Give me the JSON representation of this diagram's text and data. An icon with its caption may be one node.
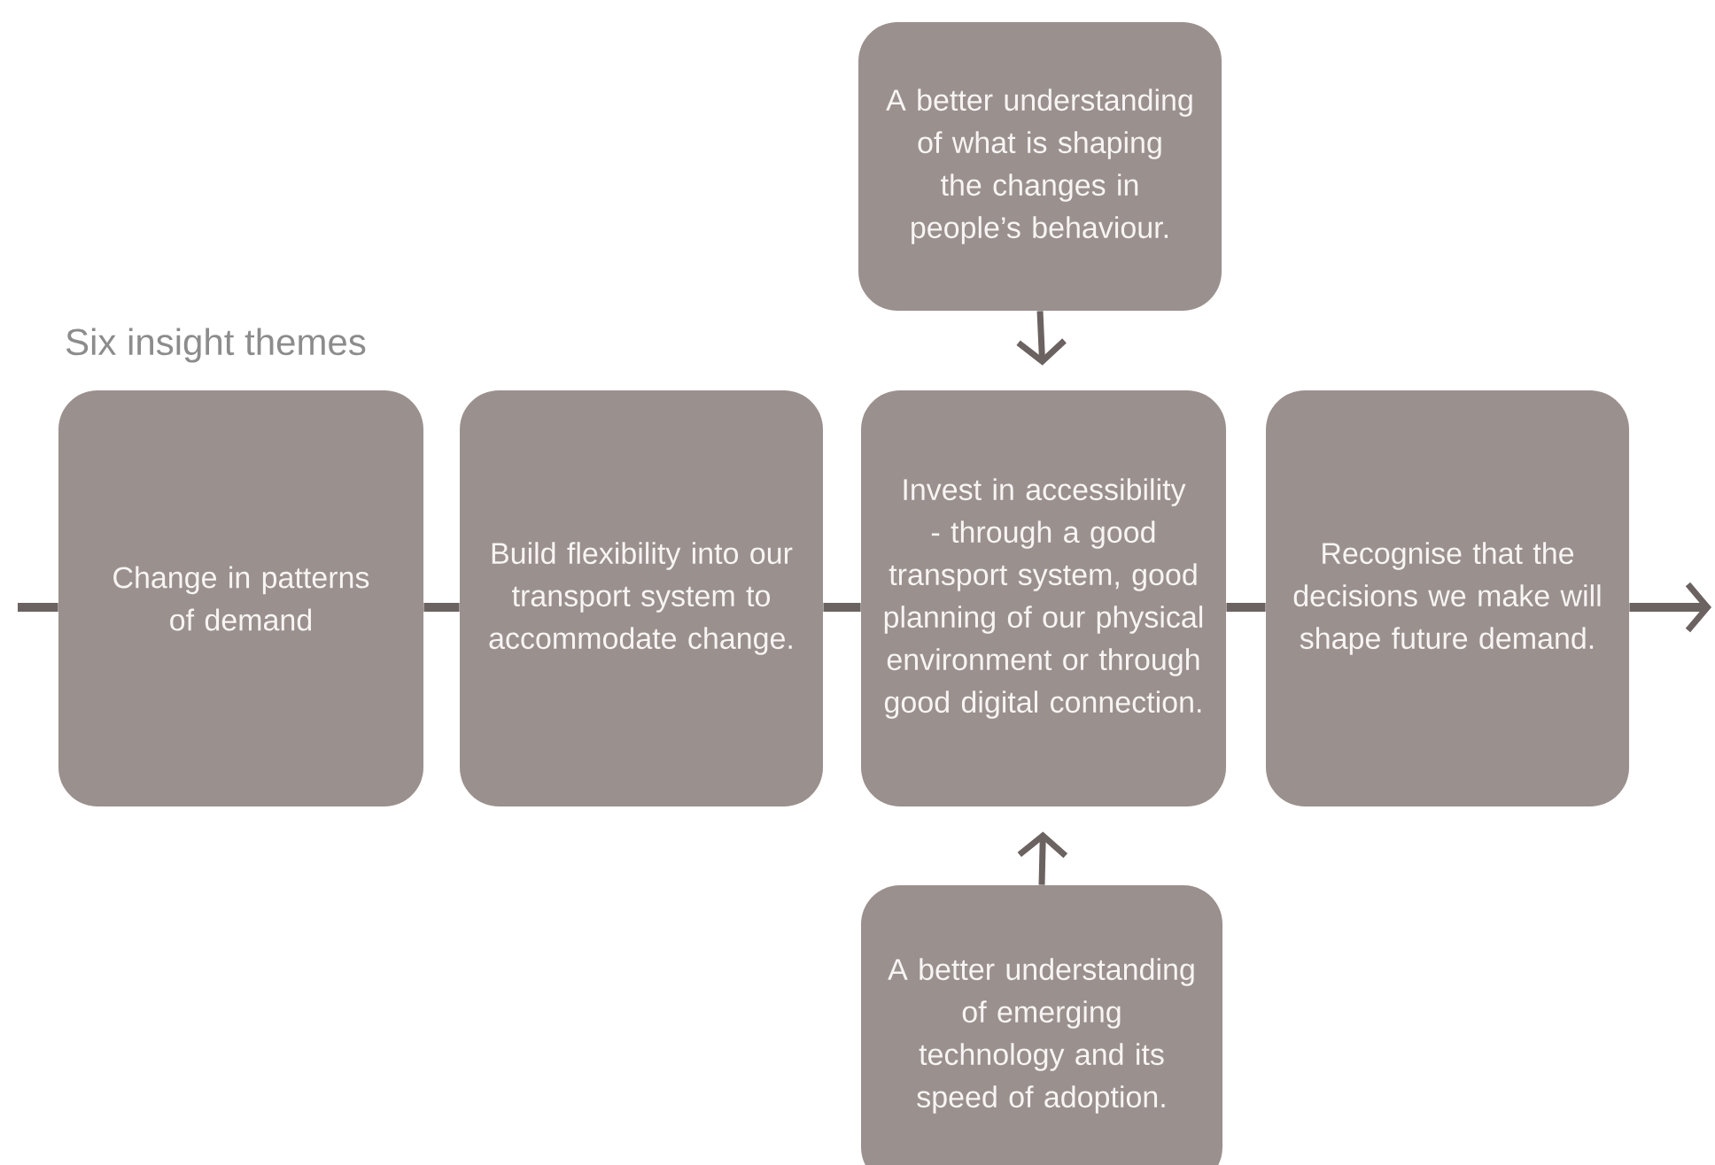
{
  "diagram": {
    "title": "Six insight themes",
    "nodes": [
      {
        "text": [
          "A better understanding of what is shaping the changes in people’s behaviour."
        ]
      },
      {
        "text": [
          "Change in patterns of demand"
        ]
      },
      {
        "text": [
          "Build flexibility into our transport system to accommodate change."
        ]
      },
      {
        "text": [
          "Invest in accessibility - through a good transport system, good planning of our physical environment or through good digital connection."
        ]
      },
      {
        "text": [
          "Recognise that the decisions we make will shape future demand."
        ]
      },
      {
        "text": [
          "A better understanding of emerging technology and its speed of adoption."
        ]
      }
    ],
    "edges": [
      {
        "from": null,
        "to": 1,
        "arrow": "none"
      },
      {
        "from": 1,
        "to": 2,
        "arrow": "none"
      },
      {
        "from": 2,
        "to": 3,
        "arrow": "none"
      },
      {
        "from": 3,
        "to": 4,
        "arrow": "none"
      },
      {
        "from": 4,
        "to": null,
        "arrow": "to"
      },
      {
        "from": 0,
        "to": 3,
        "arrow": "to"
      },
      {
        "from": 5,
        "to": 3,
        "arrow": "to"
      }
    ]
  }
}
